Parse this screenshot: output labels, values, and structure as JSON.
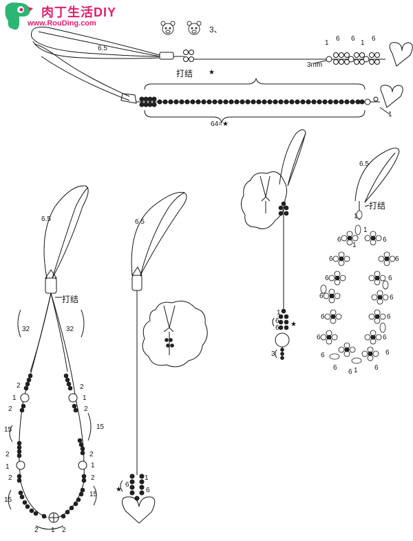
{
  "brand": {
    "title": "肉丁生活DIY",
    "url": "www.RouDing.com"
  },
  "colors": {
    "brand_red": "#e21e6e",
    "brand_green": "#2bb673",
    "line": "#111111"
  },
  "icons": {
    "logo": "piglet-logo-icon",
    "charm": "bear-face-icon"
  },
  "step": "3、",
  "diagram_top": {
    "cord_length": "6.5",
    "knot": "打结",
    "bead_size": "3mm",
    "counts": [
      "1",
      "6",
      "6",
      "1",
      "6"
    ],
    "star": "★",
    "bottom_count": "64=★",
    "end_count": "1"
  },
  "diagram_left": {
    "cord_length": "6.5",
    "knot": "打结",
    "left_labels": [
      "32",
      "2",
      "1",
      "2",
      "15",
      "2",
      "1",
      "2",
      "15",
      "2",
      "1"
    ],
    "right_labels": [
      "32",
      "2",
      "1",
      "2",
      "15",
      "2",
      "1",
      "2",
      "15",
      "2"
    ]
  },
  "diagram_middle": {
    "cord_length": "6.5",
    "star": "★",
    "counts": [
      "1",
      "6",
      "6"
    ]
  },
  "diagram_right_small": {
    "star": "★",
    "counts": [
      "1",
      "6",
      "6",
      "3"
    ]
  },
  "diagram_right": {
    "cord_length": "6.5",
    "knot": "打结",
    "counts": [
      "1",
      "1",
      "6",
      "6",
      "6",
      "6",
      "6",
      "6",
      "6",
      "6",
      "6",
      "6",
      "6",
      "6",
      "6",
      "6",
      "6",
      "6",
      "6",
      "1",
      "1"
    ]
  }
}
